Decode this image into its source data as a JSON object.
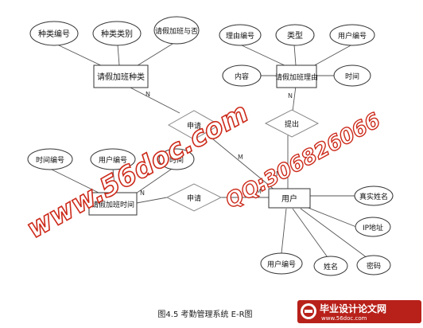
{
  "entities": {
    "leave_type": "请假加班种类",
    "leave_reason": "请假加班理由",
    "leave_time": "请假加班时间",
    "user": "用户"
  },
  "attributes": {
    "type_id": "种类编号",
    "type_category": "种类类别",
    "is_leave_or_overtime": "请假加班与否",
    "reason_id": "理由编号",
    "reason_type": "类型",
    "reason_user_id": "用户编号",
    "reason_content": "内容",
    "reason_time": "时间",
    "time_id": "时间编号",
    "time_user_id": "用户编号",
    "time_time": "时间",
    "user_real_name": "真实姓名",
    "user_ip": "IP地址",
    "user_id": "用户编号",
    "user_name": "姓名",
    "user_password": "密码"
  },
  "relationships": {
    "apply_top": "申请",
    "submit": "提出",
    "apply_bottom": "申请"
  },
  "cardinalities": {
    "type_n": "N",
    "user_m1": "M",
    "reason_n": "N",
    "user_m2": "M",
    "time_n": "N",
    "user_m3": "M"
  },
  "caption": "图4.5  考勤管理系统 E-R图",
  "watermarks": {
    "site_url": "www.56doc.com",
    "qq": "QQ:306826066",
    "brand_name": "毕业设计论文网",
    "brand_url": "www.56doc.com"
  },
  "colors": {
    "watermark_red": "#cc2a1a",
    "brand_bg": "#b8211a"
  }
}
